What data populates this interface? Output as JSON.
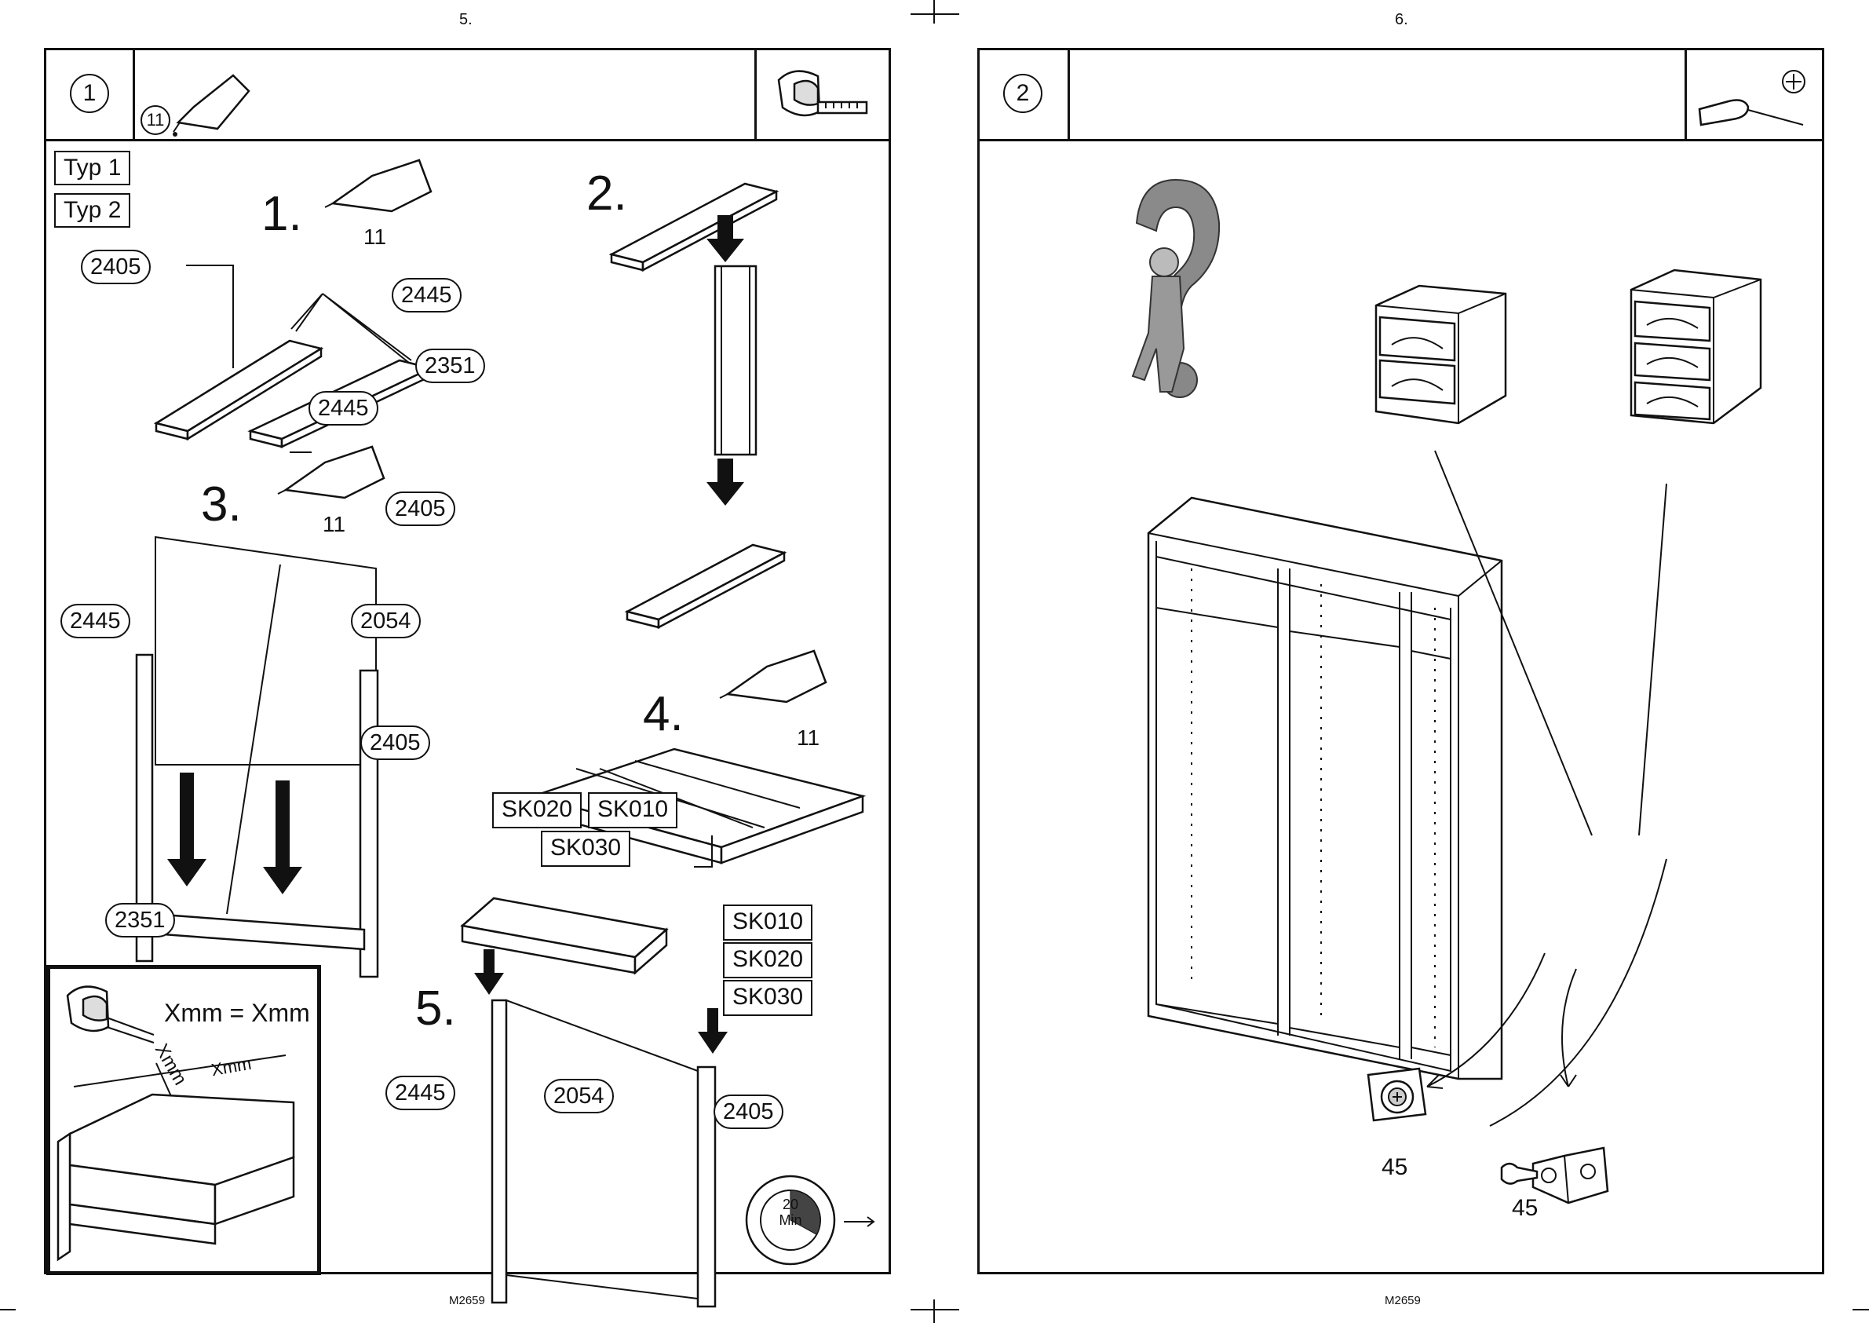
{
  "pages": {
    "left": {
      "page_number": "5.",
      "footer": "M2659",
      "step": "1",
      "glue_qty": "11"
    },
    "right": {
      "page_number": "6.",
      "footer": "M2659",
      "step": "2"
    }
  },
  "left": {
    "types": [
      "Typ 1",
      "Typ 2"
    ],
    "sub1": {
      "num": "1.",
      "glue_label": "11",
      "parts": [
        "2405",
        "2445"
      ]
    },
    "sub2": {
      "num": "2.",
      "parts": [
        "2445",
        "2351",
        "2405"
      ]
    },
    "sub3": {
      "num": "3.",
      "glue_label": "11",
      "parts": [
        "2445",
        "2054",
        "2405",
        "2351"
      ]
    },
    "sub4": {
      "num": "4.",
      "glue_label": "11",
      "codes": [
        "SK020",
        "SK010",
        "SK030"
      ]
    },
    "sub5": {
      "num": "5.",
      "codes": [
        "SK010",
        "SK020",
        "SK030"
      ],
      "parts": [
        "2445",
        "2054",
        "2405"
      ]
    },
    "inset": {
      "formula": "Xmm = Xmm",
      "diag1": "Xmm",
      "diag2": "Xmm"
    },
    "timer": {
      "value": "20",
      "unit": "Min",
      "fraction": 0.33
    }
  },
  "right": {
    "hardware": [
      {
        "qty": "45",
        "icon": "cam-lock-icon"
      },
      {
        "qty": "45",
        "icon": "screw-bracket-icon"
      }
    ]
  },
  "icons": {
    "glue": "glue-tube-icon",
    "measure": "tape-measure-icon",
    "screwdriver": "phillips-screwdriver-icon",
    "help": "question-figure-icon"
  }
}
